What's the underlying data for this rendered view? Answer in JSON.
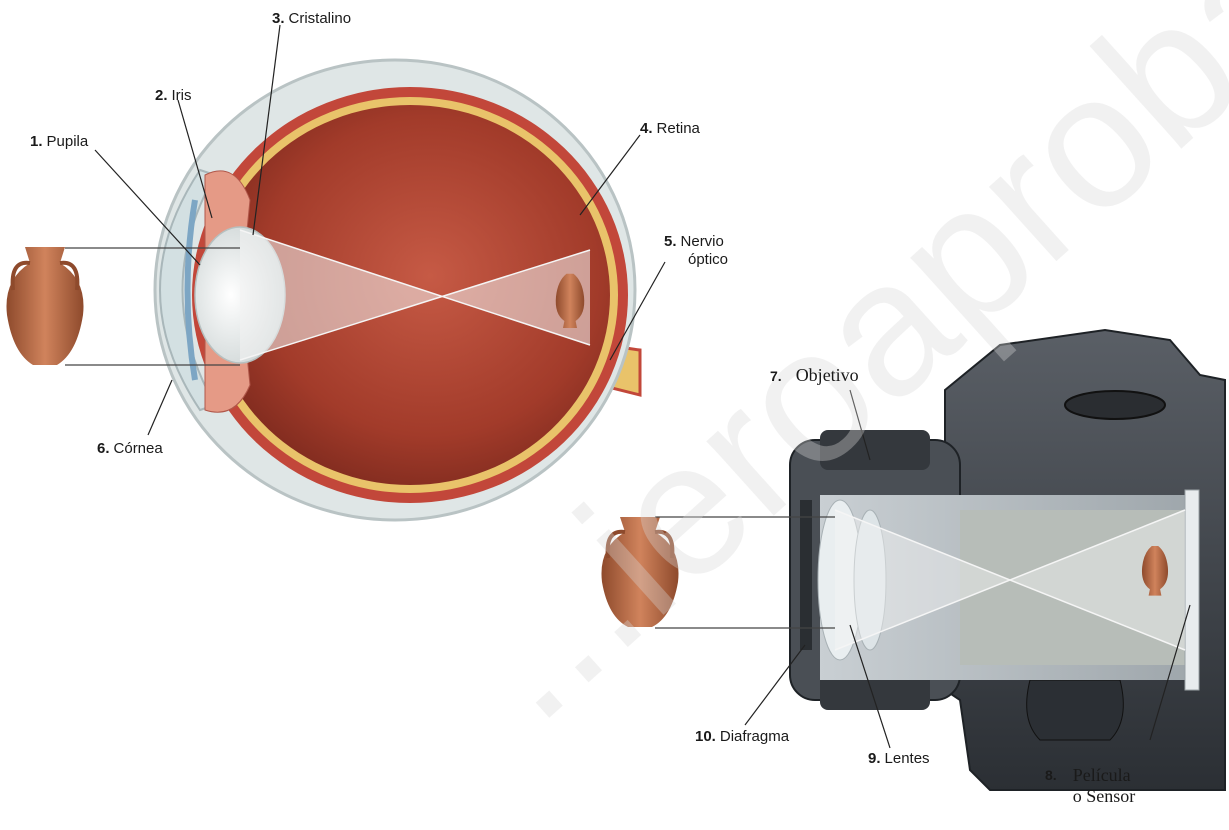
{
  "eye_labels": [
    {
      "num": "1.",
      "text": "Pupila"
    },
    {
      "num": "2.",
      "text": "Iris"
    },
    {
      "num": "3.",
      "text": "Cristalino"
    },
    {
      "num": "4.",
      "text": "Retina"
    },
    {
      "num": "5.",
      "text": "Nervio",
      "text2": "óptico"
    },
    {
      "num": "6.",
      "text": "Córnea"
    }
  ],
  "camera_labels": [
    {
      "num": "7.",
      "text": "Objetivo"
    },
    {
      "num": "8.",
      "text": "Película",
      "text2": "o Sensor"
    },
    {
      "num": "9.",
      "text": "Lentes"
    },
    {
      "num": "10.",
      "text": "Diafragma"
    }
  ],
  "watermark": "...ieroaprobar.es",
  "colors": {
    "sclera": "#dfe6e6",
    "choroid": "#c2473a",
    "retina": "#e9c36a",
    "interior": "#a23b2a",
    "camera_body": "#3c4146",
    "vase": "#b5643e",
    "light_path": "#f5f5f5"
  }
}
